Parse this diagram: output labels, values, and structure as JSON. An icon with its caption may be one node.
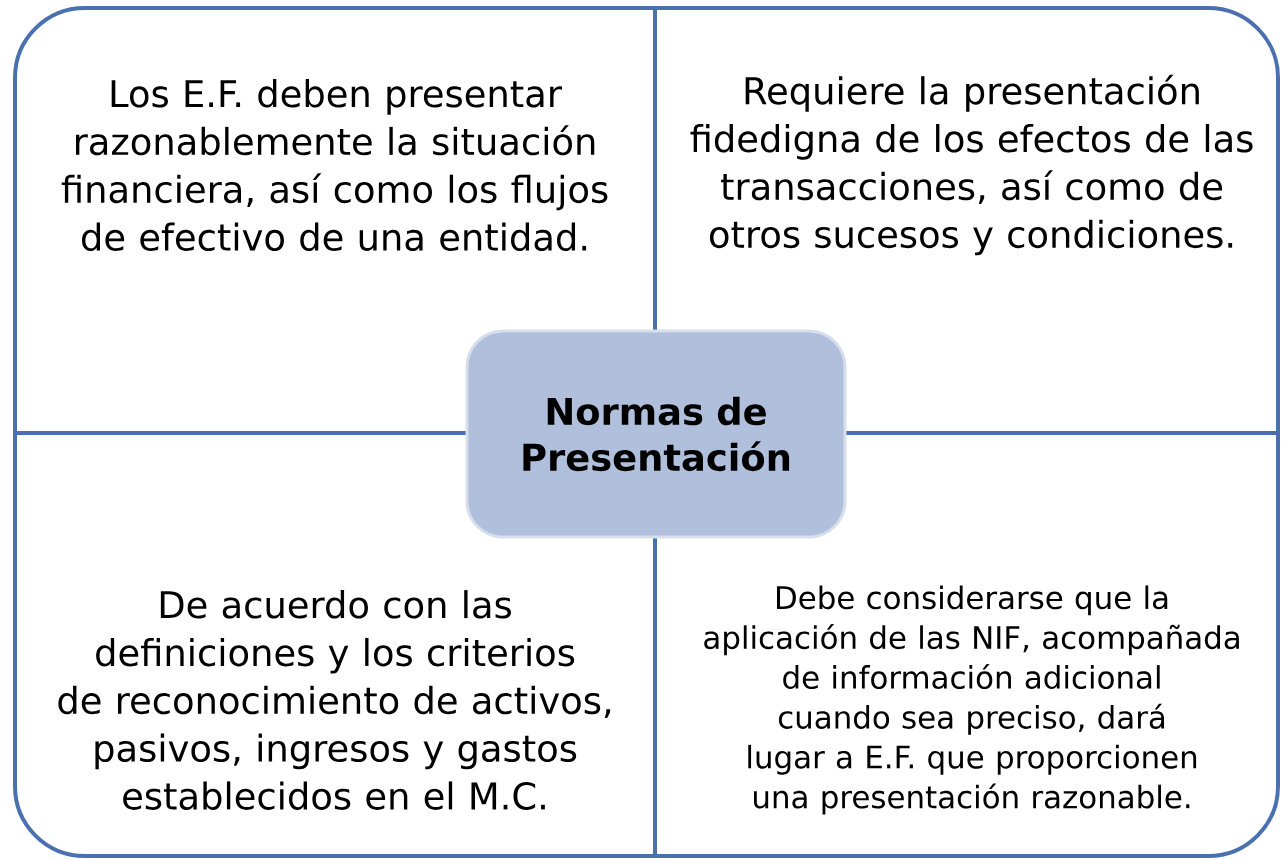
{
  "diagram": {
    "nodes": [
      {
        "text": [
          "Los E.F. deben presentar razonablemente la situación financiera, así como los flujos de efectivo de una entidad."
        ]
      },
      {
        "text": [
          "Requiere la presentación fidedigna de los efectos de las transacciones, así como de otros sucesos y condiciones."
        ]
      },
      {
        "text": [
          "Normas de Presentación"
        ]
      },
      {
        "text": [
          "De acuerdo con las definiciones y los criterios de reconocimiento de activos, pasivos, ingresos y gastos establecidos en el M.C."
        ]
      },
      {
        "text": [
          "Debe considerarse que la aplicación de las NIF, acompañada de información adicional cuando sea preciso, dará lugar a E.F. que proporcionen una presentación razonable."
        ]
      }
    ]
  }
}
